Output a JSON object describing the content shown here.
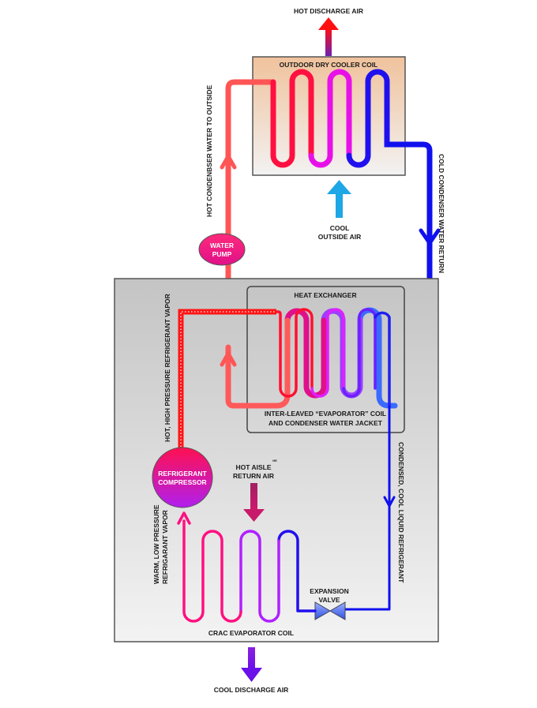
{
  "title": "Pumped refrigerant / dry cooler CRAC cooling loop",
  "labels": {
    "hot_discharge_air": "HOT DISCHARGE AIR",
    "outdoor_coil": "OUTDOOR DRY COOLER COIL",
    "cool_outside_air_1": "COOL",
    "cool_outside_air_2": "OUTSIDE AIR",
    "hot_condenser_water": "HOT CONDENBSER WATER TO OUTSIDE",
    "cold_condenser_return": "COLD CONDENSER WATER RETURN",
    "water_pump_1": "WATER",
    "water_pump_2": "PUMP",
    "heat_exchanger": "HEAT EXCHANGER",
    "interleaved_1": "INTER-LEAVED “EVAPORATOR” COIL",
    "interleaved_2": "AND CONDENSER WATER JACKET",
    "hot_hp_vapor": "HOT, HIGH PRESSURE REFRIGERANT VAPOR",
    "compressor_1": "REFRIGERANT",
    "compressor_2": "COMPRESSOR",
    "hot_aisle_1": "HOT AISLE",
    "hot_aisle_2": "RETURN AIR",
    "hot_aisle_sup": "HE",
    "warm_lp_vapor_1": "WARM, LOW PRESSURE",
    "warm_lp_vapor_2": "REFRIGARANT VAPOR",
    "condensed_liquid": "CONDENSED, COOL LIQUID REFRIGERANT",
    "expansion_valve_1": "EXPANSION",
    "expansion_valve_2": "VALVE",
    "crac_coil": "CRAC EVAPORATOR COIL",
    "cool_discharge_air": "COOL DISCHARGE AIR"
  },
  "colors": {
    "hot_red": "#ff1a1a",
    "hot_water": "#ff5555",
    "magenta": "#ff00cc",
    "purple": "#8a1aff",
    "cold_blue": "#1010ee",
    "cool_air_blue": "#1ea7e6",
    "discharge_purple": "#7a10e0",
    "outdoor_box_top": "#f0c29c",
    "outdoor_box_bottom": "#f0f0f0",
    "crac_box_top": "#c6c6c6",
    "crac_box_bottom": "#f2f2f2"
  }
}
